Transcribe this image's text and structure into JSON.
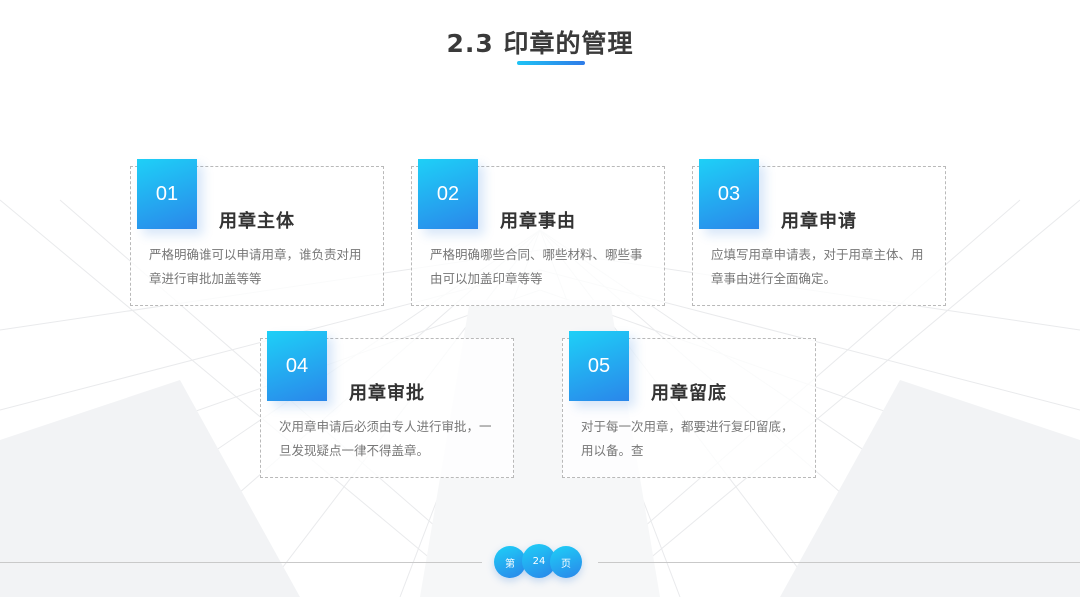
{
  "slide": {
    "title": "2.3 印章的管理"
  },
  "cards": [
    {
      "num": "01",
      "title": "用章主体",
      "desc": "严格明确谁可以申请用章，谁负责对用章进行审批加盖等等"
    },
    {
      "num": "02",
      "title": "用章事由",
      "desc": "严格明确哪些合同、哪些材料、哪些事由可以加盖印章等等"
    },
    {
      "num": "03",
      "title": "用章申请",
      "desc": "应填写用章申请表，对于用章主体、用章事由进行全面确定。"
    },
    {
      "num": "04",
      "title": "用章审批",
      "desc": "次用章申请后必须由专人进行审批，一旦发现疑点一律不得盖章。"
    },
    {
      "num": "05",
      "title": "用章留底",
      "desc": "对于每一次用章，都要进行复印留底，用以备。查"
    }
  ],
  "footer": {
    "prefix": "第",
    "page": "24",
    "suffix": "页"
  },
  "colors": {
    "accent_start": "#1ed0f7",
    "accent_end": "#2a86ea"
  }
}
